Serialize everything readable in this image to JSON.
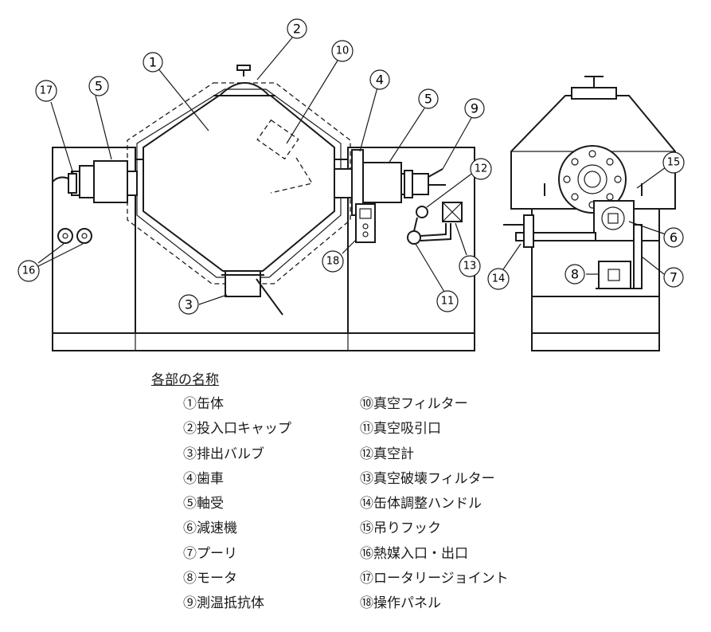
{
  "callouts": [
    "1",
    "2",
    "3",
    "4",
    "5",
    "5",
    "6",
    "7",
    "8",
    "9",
    "10",
    "11",
    "12",
    "13",
    "14",
    "15",
    "16",
    "17",
    "18"
  ],
  "legend": {
    "title": "各部の名称",
    "left": [
      "①缶体",
      "②投入口キャップ",
      "③排出バルブ",
      "④歯車",
      "⑤軸受",
      "⑥減速機",
      "⑦プーリ",
      "⑧モータ",
      "⑨測温抵抗体"
    ],
    "right": [
      "⑩真空フィルター",
      "⑪真空吸引口",
      "⑫真空計",
      "⑬真空破壊フィルター",
      "⑭缶体調整ハンドル",
      "⑮吊りフック",
      "⑯熱媒入口・出口",
      "⑰ロータリージョイント",
      "⑱操作パネル"
    ]
  }
}
